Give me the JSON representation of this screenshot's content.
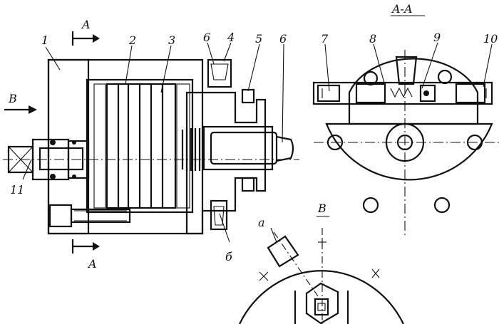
{
  "section_marks": {
    "top_arrow": "A",
    "bottom_arrow": "A",
    "view_arrow": "B",
    "section_title": "A-A",
    "view_title": "B"
  },
  "labels": {
    "l1": "1",
    "l2": "2",
    "l3": "3",
    "l4": "4",
    "l5": "5",
    "l6_top": "6",
    "l6_right": "6",
    "l6_bottom": "б",
    "l7": "7",
    "l8": "8",
    "l9": "9",
    "l10": "10",
    "l11": "11",
    "la": "a"
  }
}
